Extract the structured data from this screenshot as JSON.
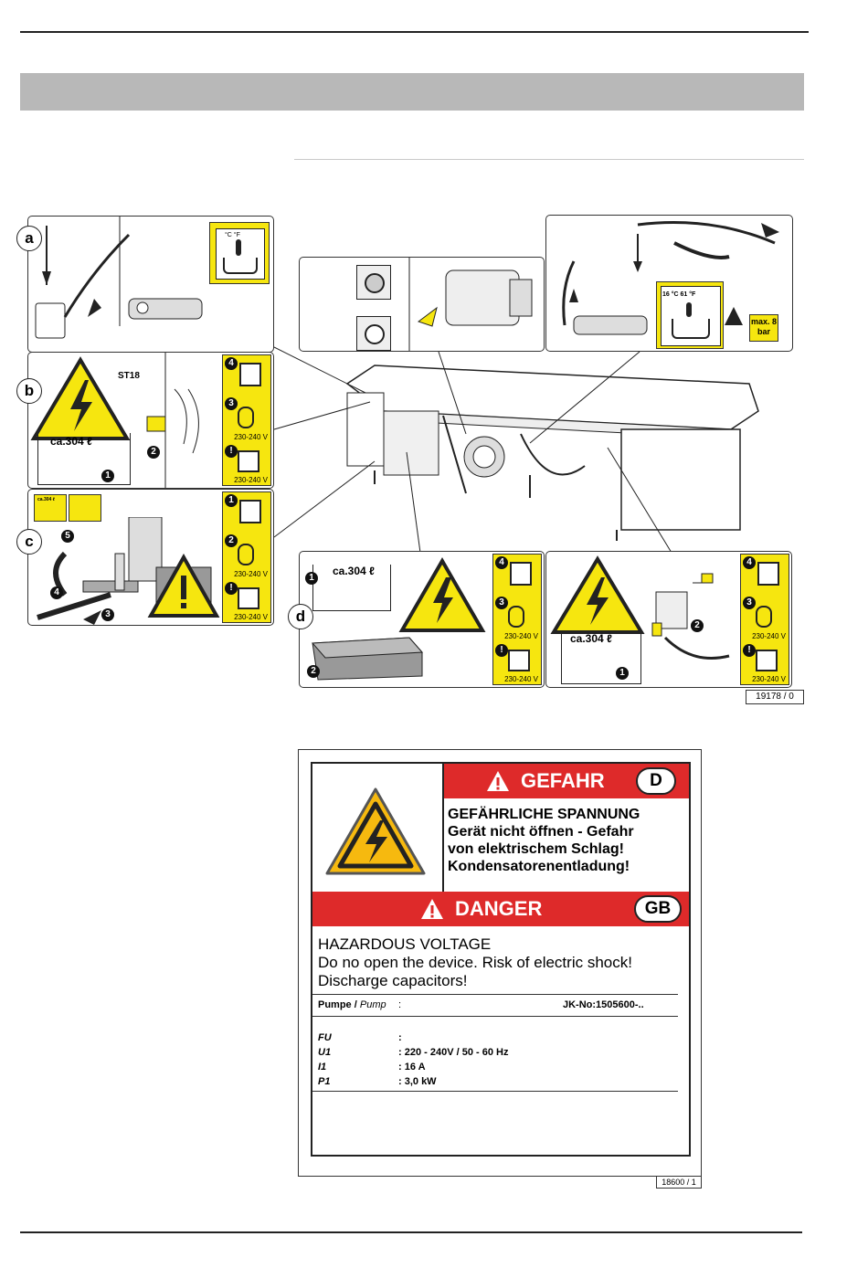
{
  "panels": {
    "a": {
      "label": "a",
      "temp_units": "°C  °F"
    },
    "b": {
      "label": "b",
      "connector": "ST18",
      "capacity": "ca.304 ℓ",
      "voltage": "230-240 V"
    },
    "c": {
      "label": "c",
      "voltage": "230-240 V",
      "mini_capacity": "ca.304 ℓ"
    },
    "d": {
      "label": "d",
      "capacity": "ca.304 ℓ",
      "voltage": "230-240 V"
    },
    "e": {
      "capacity": "ca.304 ℓ",
      "voltage": "230-240 V"
    },
    "f": {
      "temp": "16 °C  61 °F",
      "pressure": "max. 8 bar"
    }
  },
  "figure_ref_1": "19178 / 0",
  "label": {
    "gefahr": {
      "title": "GEFAHR",
      "country": "D",
      "lines": [
        "GEFÄHRLICHE SPANNUNG",
        "Gerät nicht öffnen  -  Gefahr",
        "von elektrischem Schlag!",
        "Kondensatorenentladung!"
      ]
    },
    "danger": {
      "title": "DANGER",
      "country": "GB",
      "lines": [
        "HAZARDOUS VOLTAGE",
        "Do no open the device. Risk of electric shock!",
        "Discharge capacitors!"
      ]
    },
    "pump_label_de": "Pumpe",
    "pump_label_en": "Pump",
    "colon": ":",
    "jk_no": "JK-No:1505600-..",
    "specs": [
      {
        "key": "FU",
        "value": ":"
      },
      {
        "key": "U1",
        "value": ": 220 - 240V / 50 - 60 Hz"
      },
      {
        "key": "I1",
        "value": ": 16 A"
      },
      {
        "key": "P1",
        "value": ": 3,0 kW"
      }
    ]
  },
  "figure_ref_2": "18600 / 1"
}
